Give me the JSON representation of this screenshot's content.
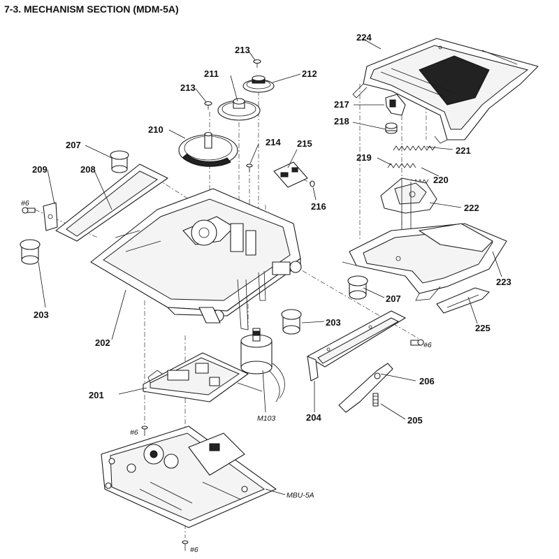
{
  "title": "7-3. MECHANISM SECTION (MDM-5A)",
  "part_numbers": {
    "p201": "201",
    "p202": "202",
    "p203a": "203",
    "p203b": "203",
    "p204": "204",
    "p205": "205",
    "p206": "206",
    "p207a": "207",
    "p207b": "207",
    "p208": "208",
    "p209": "209",
    "p210": "210",
    "p211": "211",
    "p212": "212",
    "p213a": "213",
    "p213b": "213",
    "p214": "214",
    "p215": "215",
    "p216": "216",
    "p217": "217",
    "p218": "218",
    "p219": "219",
    "p220": "220",
    "p221": "221",
    "p222": "222",
    "p223": "223",
    "p224": "224",
    "p225": "225"
  },
  "screws": {
    "s1": "#6",
    "s2": "#6",
    "s3": "#6",
    "s4": "#6"
  },
  "refs": {
    "motor": "M103",
    "base_unit": "MBU-5A"
  }
}
